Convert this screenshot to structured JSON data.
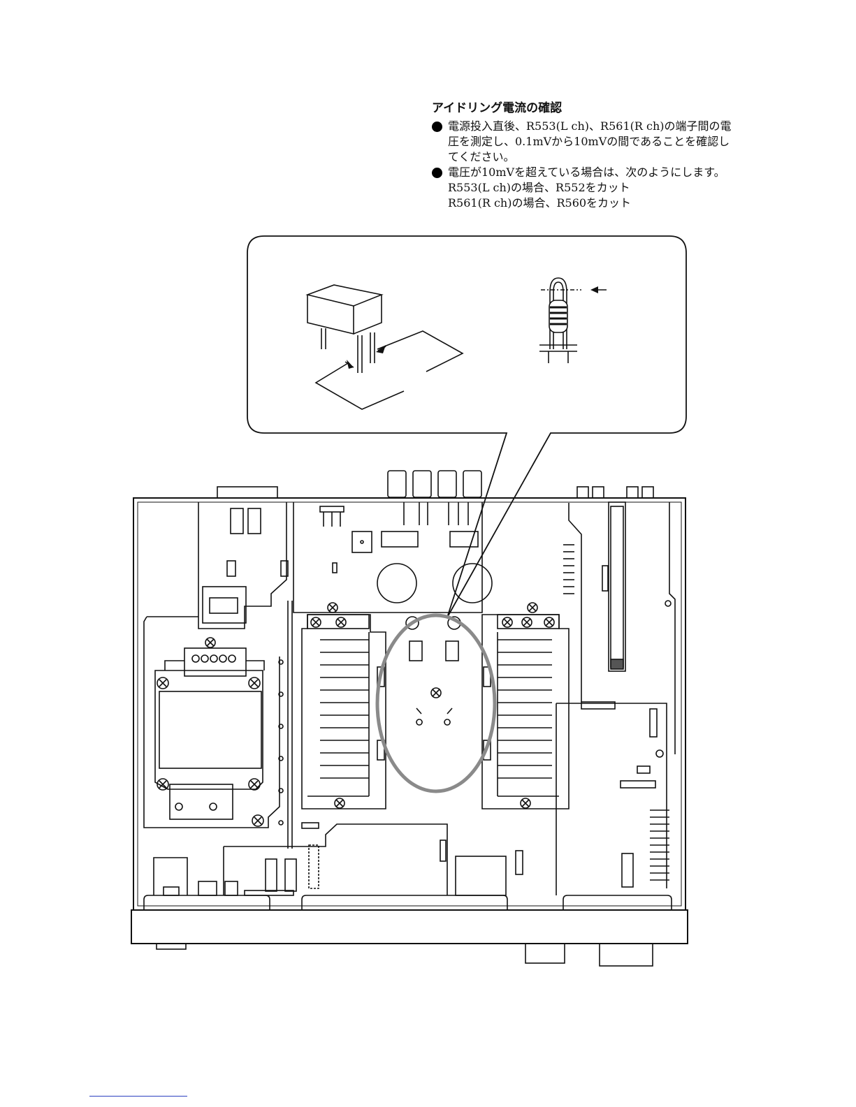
{
  "notes": {
    "title": "アイドリング電流の確認",
    "bullets": [
      {
        "lines": [
          "電源投入直後、R553(L ch)、R561(R ch)の端子間の電",
          "圧を測定し、0.1mVから10mVの間であることを確認し",
          "てください。"
        ]
      },
      {
        "lines": [
          "電圧が10mVを超えている場合は、次のようにします。"
        ],
        "sub_lines": [
          "R553(L ch)の場合、R552をカット",
          "R561(R ch)の場合、R560をカット"
        ]
      }
    ]
  }
}
